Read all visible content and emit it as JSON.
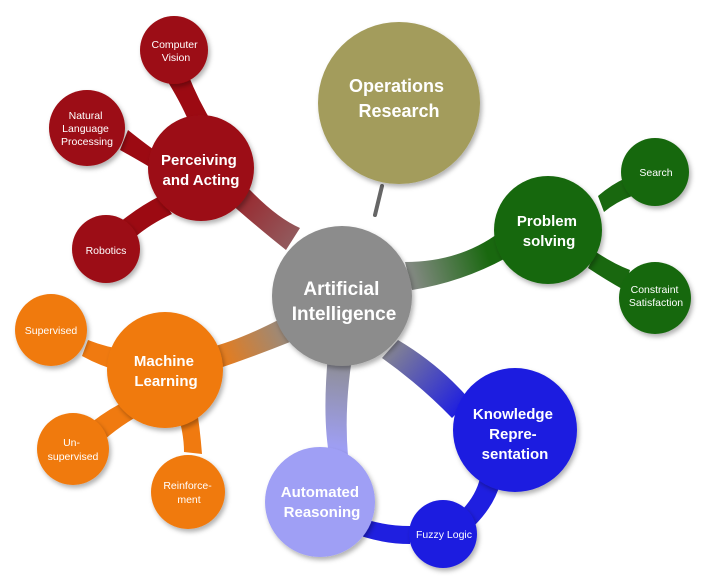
{
  "center": {
    "lines": [
      "Artificial",
      "Intelligence"
    ],
    "color": "#8c8c8c"
  },
  "branches": [
    {
      "id": "operations-research",
      "lines": [
        "Operations",
        "Research"
      ],
      "color": "#a39c5b",
      "children": []
    },
    {
      "id": "perceiving-acting",
      "lines": [
        "Perceiving",
        "and Acting"
      ],
      "color": "#9c0a12",
      "children": [
        {
          "id": "computer-vision",
          "lines": [
            "Computer",
            "Vision"
          ]
        },
        {
          "id": "natural-language-processing",
          "lines": [
            "Natural",
            "Language",
            "Processing"
          ]
        },
        {
          "id": "robotics",
          "lines": [
            "Robotics"
          ]
        }
      ]
    },
    {
      "id": "problem-solving",
      "lines": [
        "Problem",
        "solving"
      ],
      "color": "#19680f",
      "children": [
        {
          "id": "search",
          "lines": [
            "Search"
          ]
        },
        {
          "id": "constraint-satisfaction",
          "lines": [
            "Constraint",
            "Satisfaction"
          ]
        }
      ]
    },
    {
      "id": "machine-learning",
      "lines": [
        "Machine",
        "Learning"
      ],
      "color": "#f07a10",
      "children": [
        {
          "id": "supervised",
          "lines": [
            "Supervised"
          ]
        },
        {
          "id": "unsupervised",
          "lines": [
            "Un-",
            "supervised"
          ]
        },
        {
          "id": "reinforcement",
          "lines": [
            "Reinforce-",
            "ment"
          ]
        }
      ]
    },
    {
      "id": "knowledge-representation",
      "lines": [
        "Knowledge",
        "Repre-",
        "sentation"
      ],
      "color": "#1f1fe0",
      "children": [
        {
          "id": "fuzzy-logic",
          "lines": [
            "Fuzzy Logic"
          ]
        }
      ]
    },
    {
      "id": "automated-reasoning",
      "lines": [
        "Automated",
        "Reasoning"
      ],
      "color": "#9f9ff5",
      "children": []
    }
  ]
}
